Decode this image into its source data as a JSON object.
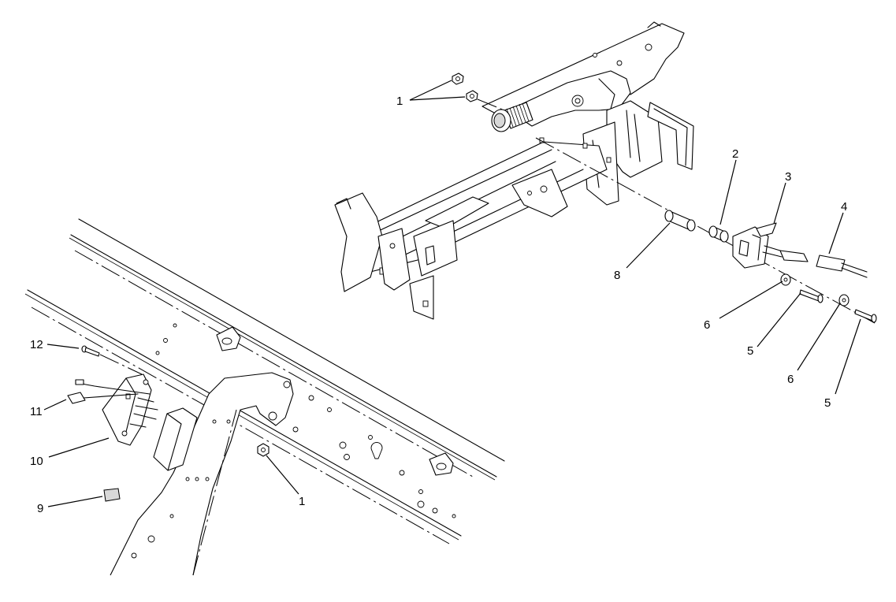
{
  "callouts": [
    {
      "id": "c1a",
      "text": "1"
    },
    {
      "id": "c2",
      "text": "2"
    },
    {
      "id": "c3",
      "text": "3"
    },
    {
      "id": "c4",
      "text": "4"
    },
    {
      "id": "c8",
      "text": "8"
    },
    {
      "id": "c6a",
      "text": "6"
    },
    {
      "id": "c5a",
      "text": "5"
    },
    {
      "id": "c6b",
      "text": "6"
    },
    {
      "id": "c5b",
      "text": "5"
    },
    {
      "id": "c12",
      "text": "12"
    },
    {
      "id": "c11",
      "text": "11"
    },
    {
      "id": "c10",
      "text": "10"
    },
    {
      "id": "c9",
      "text": "9"
    },
    {
      "id": "c1b",
      "text": "1"
    }
  ],
  "colors": {
    "line": "#000000",
    "background": "#ffffff",
    "shade": "#d8d8d8"
  }
}
